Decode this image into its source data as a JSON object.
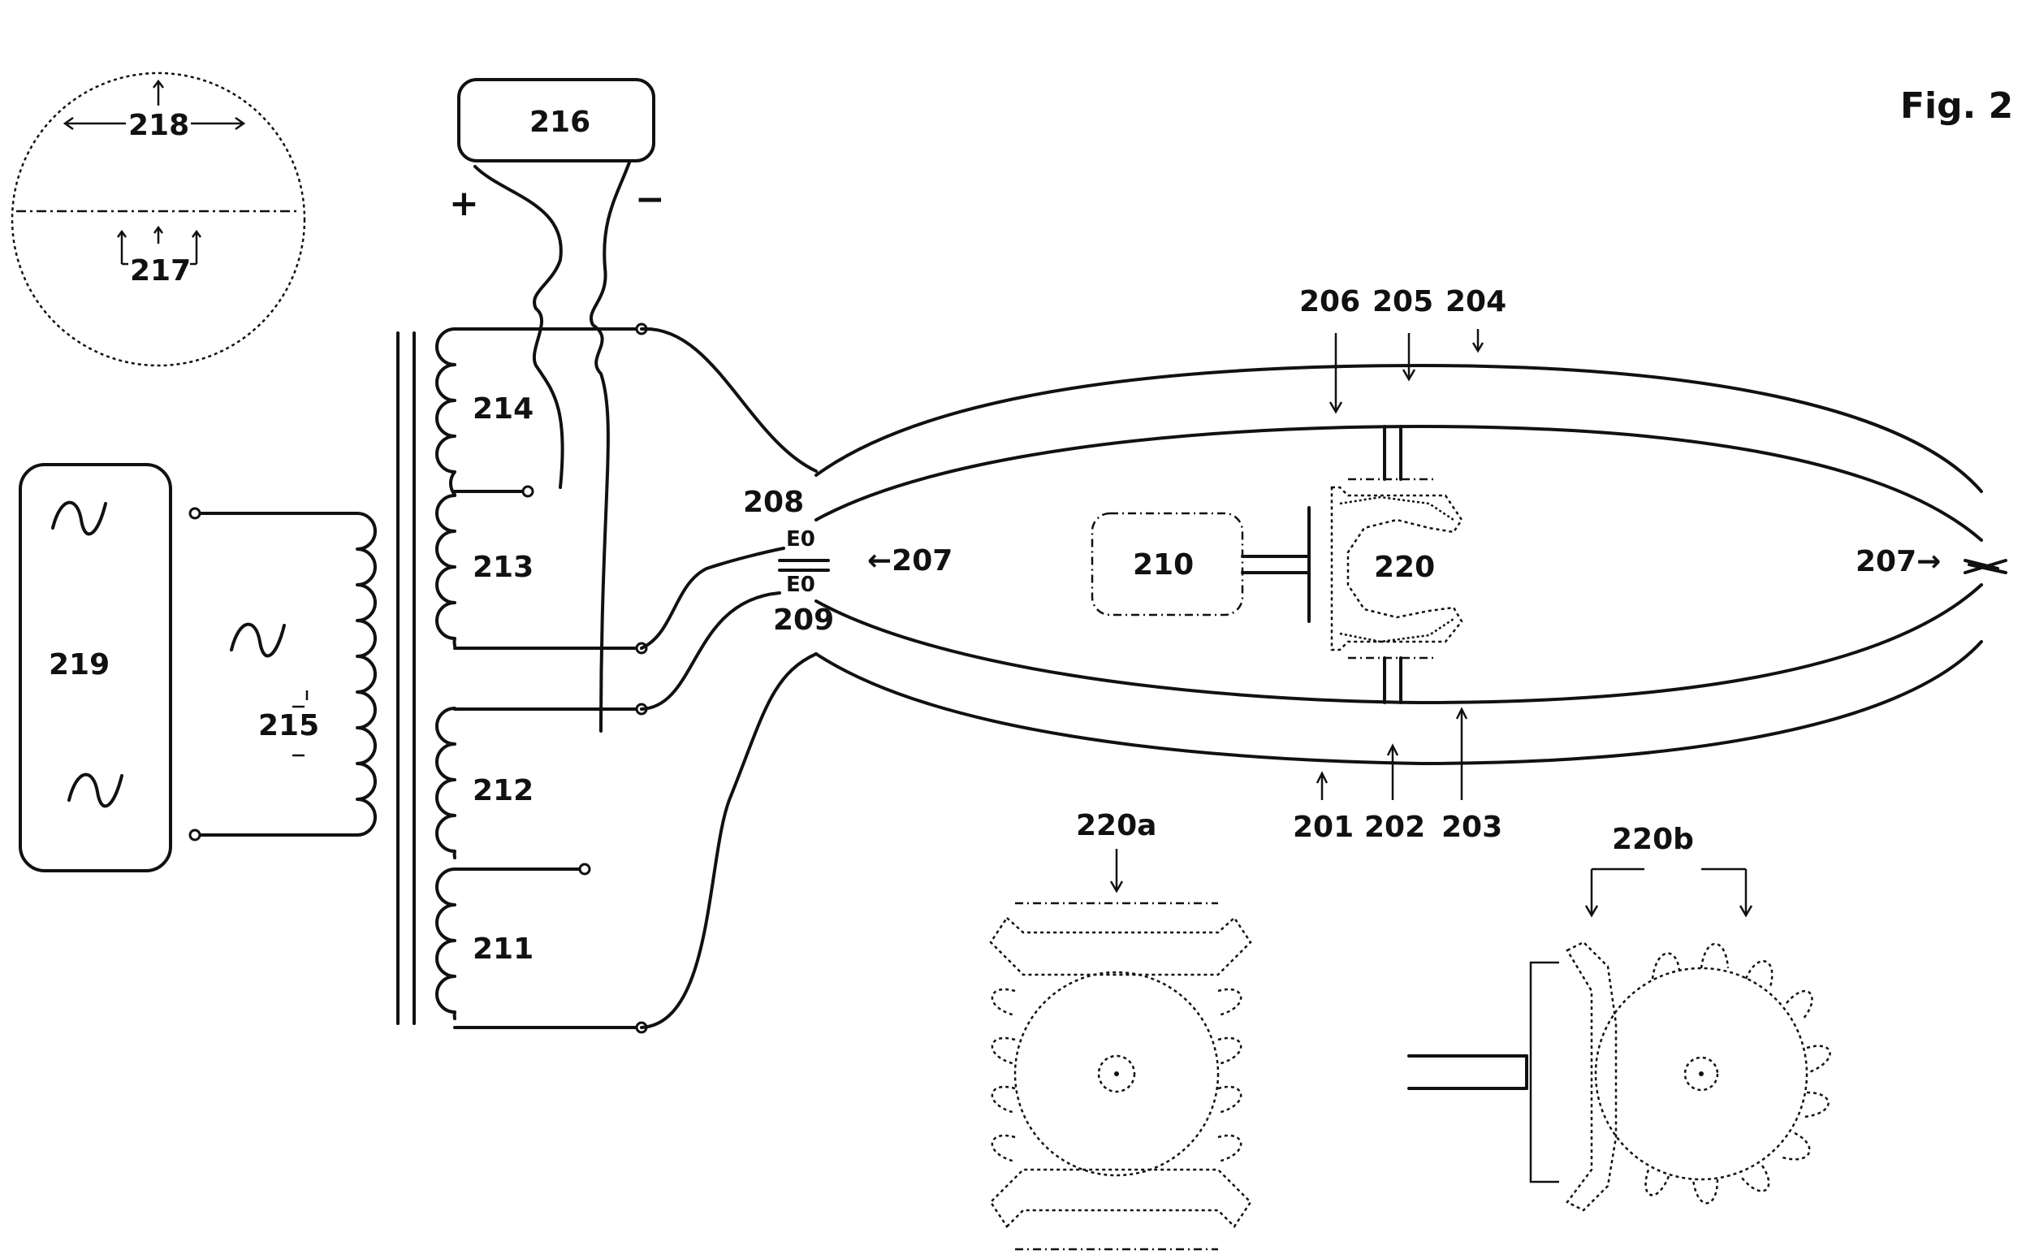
{
  "figure": {
    "title": "Fig. 2",
    "labels": {
      "l201": "201",
      "l202": "202",
      "l203": "203",
      "l204": "204",
      "l205": "205",
      "l206": "206",
      "l207_left": "←207",
      "l207_right": "207→",
      "l208": "208",
      "l209": "209",
      "l210": "210",
      "l211": "211",
      "l212": "212",
      "l213": "213",
      "l214": "214",
      "l215": "215",
      "l216": "216",
      "l217": "217",
      "l218": "218",
      "l219": "219",
      "l220": "220",
      "l220a": "220a",
      "l220b": "220b",
      "plus": "+",
      "minus": "−",
      "e208": "E0",
      "e209": "E0"
    }
  }
}
